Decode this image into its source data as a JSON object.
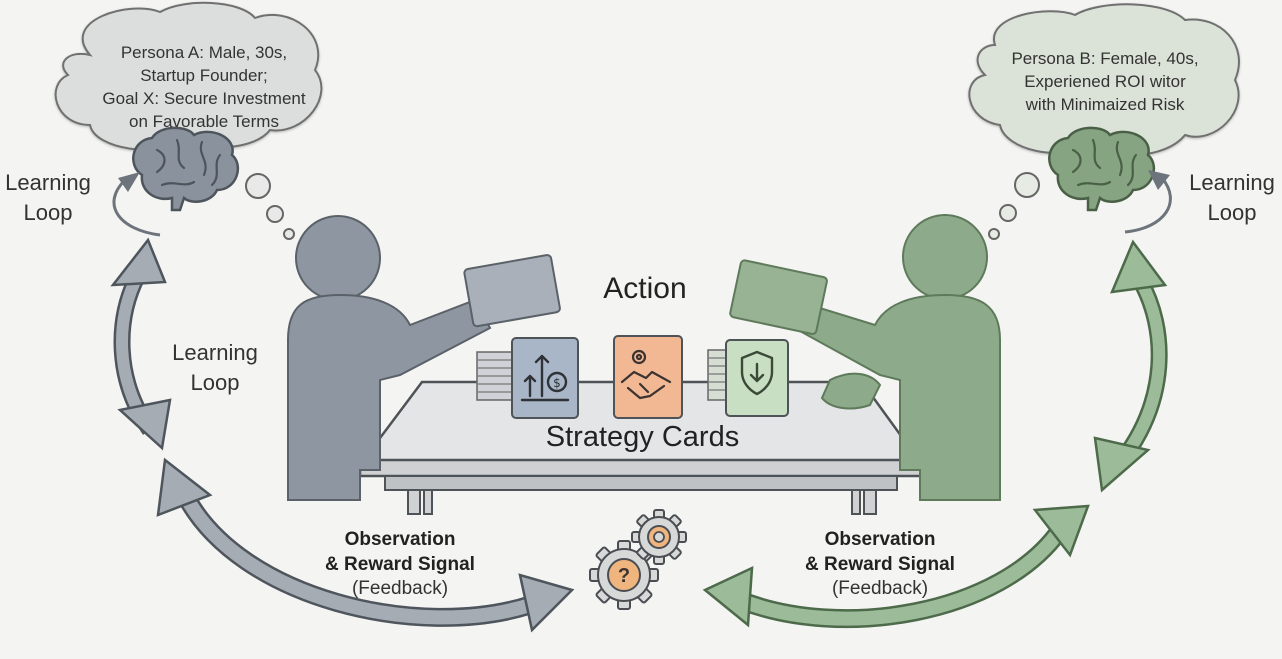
{
  "persona_a": {
    "lines": [
      "Persona A: Male, 30s,",
      "Startup Founder;",
      "Goal X: Secure Investment",
      "on Favorable Terms"
    ]
  },
  "persona_b": {
    "lines": [
      "Persona B: Female, 40s,",
      "Experiened ROI witor",
      "with Minimaized Risk"
    ]
  },
  "learning_loop_label": [
    "Learning",
    "Loop"
  ],
  "action_label": "Action",
  "strategy_cards_label": "Strategy Cards",
  "feedback": {
    "title_line1": "Observation",
    "title_line2": "& Reward Signal",
    "subtitle": "(Feedback)"
  },
  "colors": {
    "agent_a": "#8e96a1",
    "agent_b": "#8dab8a",
    "card_growth": "#a9b6c8",
    "card_deal": "#f2b894",
    "card_shield": "#c9dfc3",
    "background": "#f4f4f2"
  },
  "icons": {
    "card_1": "growth-chart-dollar-icon",
    "card_2": "handshake-gear-icon",
    "card_3": "shield-check-icon",
    "center": "gears-question-icon"
  }
}
